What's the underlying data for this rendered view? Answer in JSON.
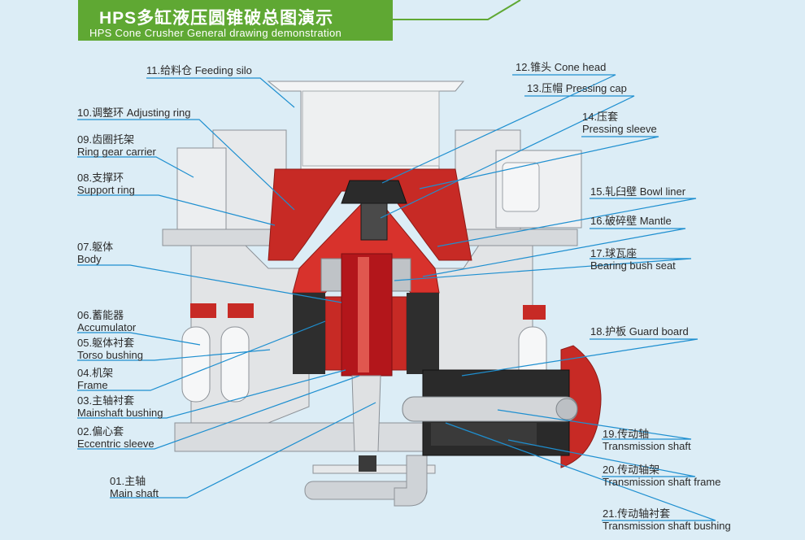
{
  "title": {
    "zh": "HPS多缸液压圆锥破总图演示",
    "en": "HPS Cone Crusher General drawing demonstration"
  },
  "colors": {
    "background": "#dcedf6",
    "banner": "#5fa833",
    "leader": "#1e8fd0",
    "red": "#c72a25",
    "steel": "#cfd3d7"
  },
  "parts": [
    {
      "id": "01",
      "zh": "01.主轴",
      "en": "Main shaft"
    },
    {
      "id": "02",
      "zh": "02.偏心套",
      "en": "Eccentric sleeve"
    },
    {
      "id": "03",
      "zh": "03.主轴衬套",
      "en": "Mainshaft bushing"
    },
    {
      "id": "04",
      "zh": "04.机架",
      "en": "Frame"
    },
    {
      "id": "05",
      "zh": "05.躯体衬套",
      "en": "Torso bushing"
    },
    {
      "id": "06",
      "zh": "06.蓄能器",
      "en": "Accumulator"
    },
    {
      "id": "07",
      "zh": "07.躯体",
      "en": "Body"
    },
    {
      "id": "08",
      "zh": "08.支撑环",
      "en": "Support ring"
    },
    {
      "id": "09",
      "zh": "09.齿圈托架",
      "en": "Ring gear carrier"
    },
    {
      "id": "10",
      "zh": "10.调整环",
      "en": "Adjusting ring"
    },
    {
      "id": "11",
      "zh": "11.给料仓",
      "en": "Feeding silo"
    },
    {
      "id": "12",
      "zh": "12.锥头",
      "en": "Cone head"
    },
    {
      "id": "13",
      "zh": "13.压帽",
      "en": "Pressing cap"
    },
    {
      "id": "14",
      "zh": "14.压套",
      "en": "Pressing sleeve"
    },
    {
      "id": "15",
      "zh": "15.轧臼壁",
      "en": "Bowl liner"
    },
    {
      "id": "16",
      "zh": "16.破碎壁",
      "en": "Mantle"
    },
    {
      "id": "17",
      "zh": "17.球瓦座",
      "en": "Bearing bush seat"
    },
    {
      "id": "18",
      "zh": "18.护板",
      "en": "Guard board"
    },
    {
      "id": "19",
      "zh": "19.传动轴",
      "en": "Transmission shaft"
    },
    {
      "id": "20",
      "zh": "20.传动轴架",
      "en": "Transmission shaft frame"
    },
    {
      "id": "21",
      "zh": "21.传动轴衬套",
      "en": "Transmission shaft bushing"
    }
  ]
}
